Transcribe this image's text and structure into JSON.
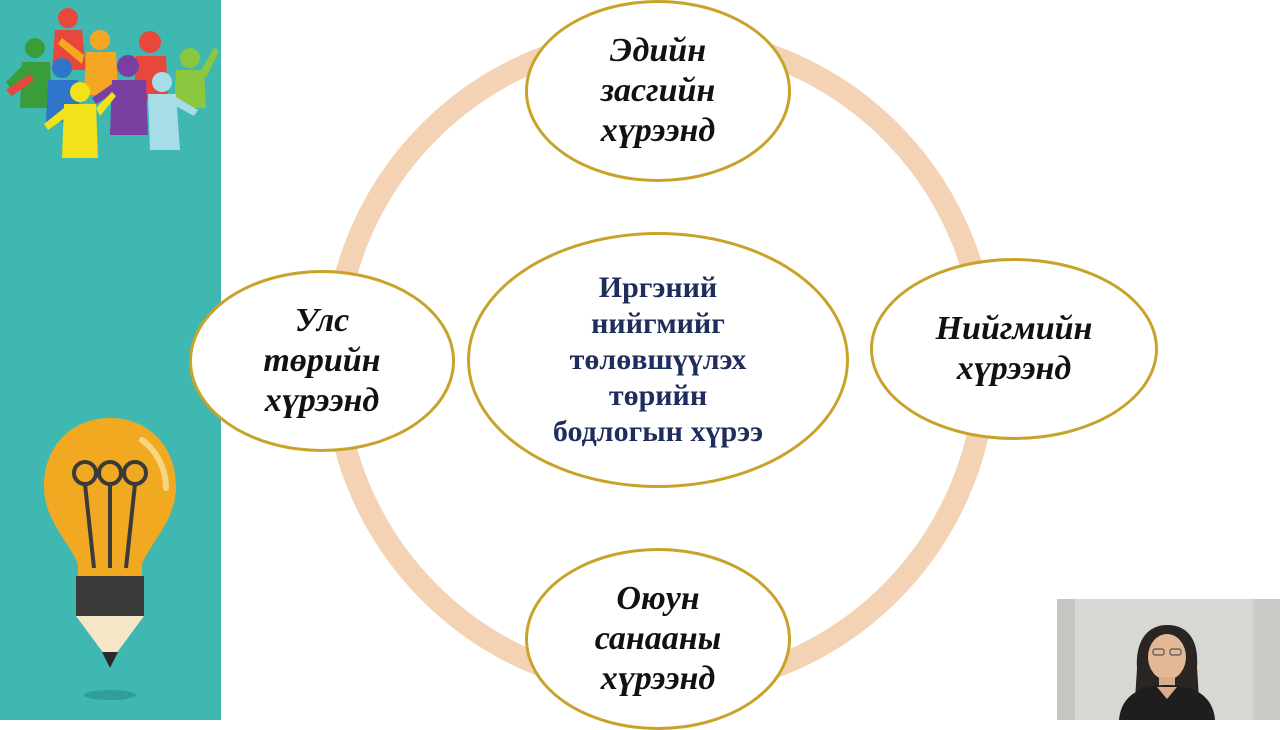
{
  "colors": {
    "sidebar": "#3fb8b1",
    "ring": "#f3d3b4",
    "node_border": "#c9a22a",
    "center_text": "#1f2d5c",
    "outer_text": "#111111"
  },
  "icons": {
    "people": "people-group-icon",
    "bulb": "lightbulb-pencil-icon"
  },
  "diagram": {
    "center": "Иргэний\nнийгмийг\nтөлөвшүүлэх\nтөрийн\nбодлогын хүрээ",
    "nodes": {
      "top": "Эдийн\nзасгийн\nхүрээнд",
      "right": "Нийгмийн\nхүрээнд",
      "bottom": "Оюун\nсанааны\nхүрээнд",
      "left": "Улс\nтөрийн\nхүрээнд"
    }
  }
}
